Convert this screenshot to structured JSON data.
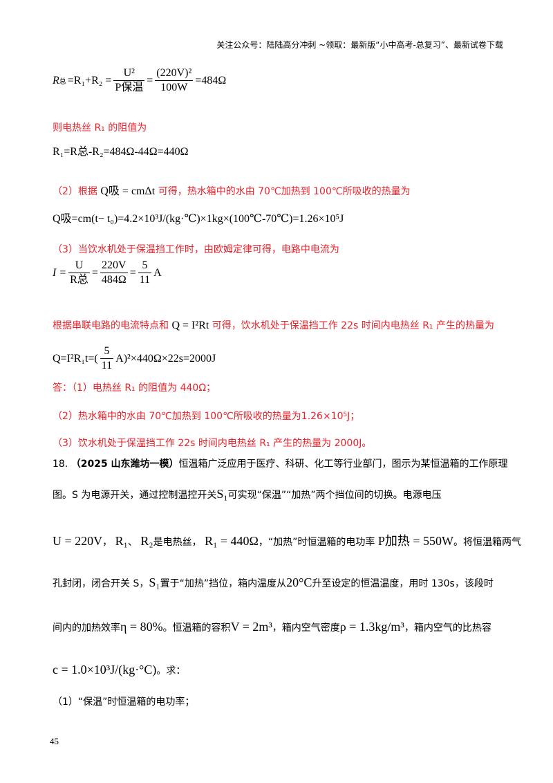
{
  "header": "关注公众号：陆陆高分冲刺 ~领取：最新版“小中高考-总复习”、最新试卷下载",
  "eq1": {
    "lhs": "R",
    "lhs_sub": "总",
    "mid": "=R₁+R₂ =",
    "num1": "U²",
    "den1": "P保温",
    "num2": "(220V)²",
    "den2": "100W",
    "result": "=484Ω"
  },
  "line_r1_intro": "则电热丝 R₁ 的阻值为",
  "eq2": "R₁=R总-R₂=484Ω-44Ω=440Ω",
  "part2_intro_a": "（2）根据",
  "part2_formula": "Q吸 = cmΔt",
  "part2_intro_b": "可得，热水箱中的水由 70℃加热到  100℃所吸收的热量为",
  "eq3": "Q吸=cm(t− t₀)=4.2×10³J/(kg·℃)×1kg×(100℃-70℃)=1.26×10⁵J",
  "part3_intro": "（3）当饮水机处于保温挡工作时，由欧姆定律可得，电路中电流为",
  "eq4": {
    "lhs": "I =",
    "num1": "U",
    "den1": "R总",
    "num2": "220V",
    "den2": "484Ω",
    "num3": "5",
    "den3": "11",
    "unit": "A"
  },
  "series_intro_a": "根据串联电路的电流特点和",
  "series_formula": "Q = I²Rt",
  "series_intro_b": "可得，饮水机处于保温挡工作 22s 时间内电热丝 R₁ 产生的热量为",
  "eq5": {
    "lhs": "Q=I²R₁t=(",
    "num": "5",
    "den": "11",
    "rhs": "A)²×440Ω×22s=2000J"
  },
  "answer1": "答：（1）电热丝 R₁ 的阻值为 440Ω；",
  "answer2": "（2）热水箱中的水由 70℃加热到  100℃所吸收的热量为1.26×10⁵J；",
  "answer3": "（3）饮水机处于保温挡工作 22s 时间内电热丝 R₁ 产生的热量为 2000J。",
  "q18": {
    "number": "18.",
    "source": "（2025 山东潍坊一模）",
    "line1": "恒温箱广泛应用于医疗、科研、化工等行业部门，图示为某恒温箱的工作原理",
    "line2a": "图。S 为电源开关，通过控制温控开关",
    "line2_s1": "S₁",
    "line2b": "可实现“保温”“加热”两个挡位间的切换。电源电压",
    "line3a": "U = 220V",
    "line3b": "，",
    "line3c": "R₁",
    "line3d": "、",
    "line3e": "R₂",
    "line3f": "是电热丝，",
    "line3g": "R₁ = 440Ω",
    "line3h": "，“加热”时恒温箱的电功率",
    "line3i": "P加热 = 550W",
    "line3j": "。将恒温箱两气",
    "line4a": "孔封闭，闭合开关 S，",
    "line4_s1": "S₁",
    "line4b": "置于“加热”挡位，箱内温度从",
    "line4c": "20°C",
    "line4d": "升至设定的恒温温度，用时 130s，该段时",
    "line5a": "间内的加热效率",
    "line5b": "η = 80%",
    "line5c": "。恒温箱的容积",
    "line5d": "V = 2m³",
    "line5e": "，箱内空气密度",
    "line5f": "ρ = 1.3kg/m³",
    "line5g": "，箱内空气的比热容",
    "line6a": "c = 1.0×10³J/(kg·°C)",
    "line6b": "。求：",
    "sub1": "（1）“保温”时恒温箱的电功率；"
  },
  "page_number": "45"
}
